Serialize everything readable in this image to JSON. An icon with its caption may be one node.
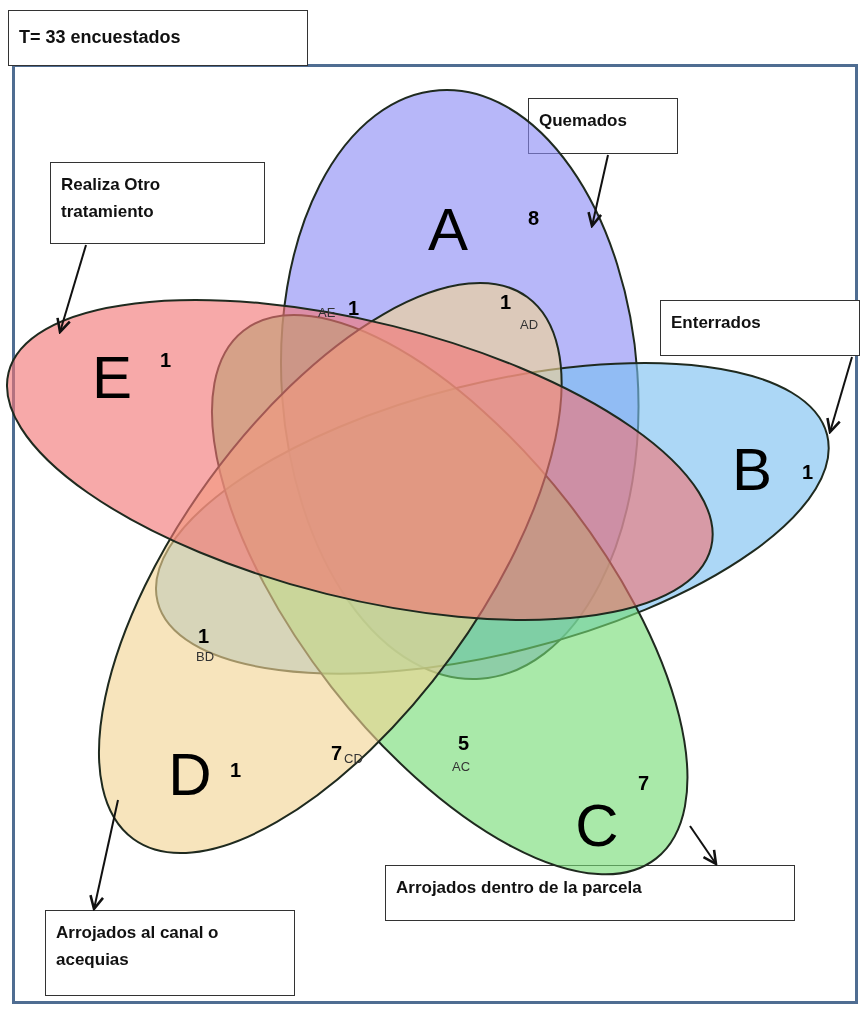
{
  "diagram": {
    "title": "T= 33 encuestados",
    "nodes": [
      {
        "text": [
          "Quemados"
        ]
      },
      {
        "text": [
          "Realiza Otro tratamiento"
        ]
      },
      {
        "text": [
          "Enterrados"
        ]
      },
      {
        "text": [
          "Arrojados dentro de la parcela"
        ]
      },
      {
        "text": [
          "Arrojados al canal o acequias"
        ]
      },
      {
        "text": [
          "A",
          "8"
        ]
      },
      {
        "text": [
          "B",
          "1"
        ]
      },
      {
        "text": [
          "C",
          "7"
        ]
      },
      {
        "text": [
          "D",
          "1"
        ]
      },
      {
        "text": [
          "E",
          "1"
        ]
      }
    ],
    "edges": [
      {
        "from": 0,
        "to": 5,
        "arrow": "to"
      },
      {
        "from": 1,
        "to": 9,
        "arrow": "to"
      },
      {
        "from": 2,
        "to": 6,
        "arrow": "to"
      },
      {
        "from": 7,
        "to": 3,
        "arrow": "to"
      },
      {
        "from": 8,
        "to": 4,
        "arrow": "to"
      }
    ],
    "labels": [
      "AE",
      "1",
      "1",
      "AD",
      "1",
      "BD",
      "7",
      "CD",
      "5",
      "AC"
    ]
  }
}
